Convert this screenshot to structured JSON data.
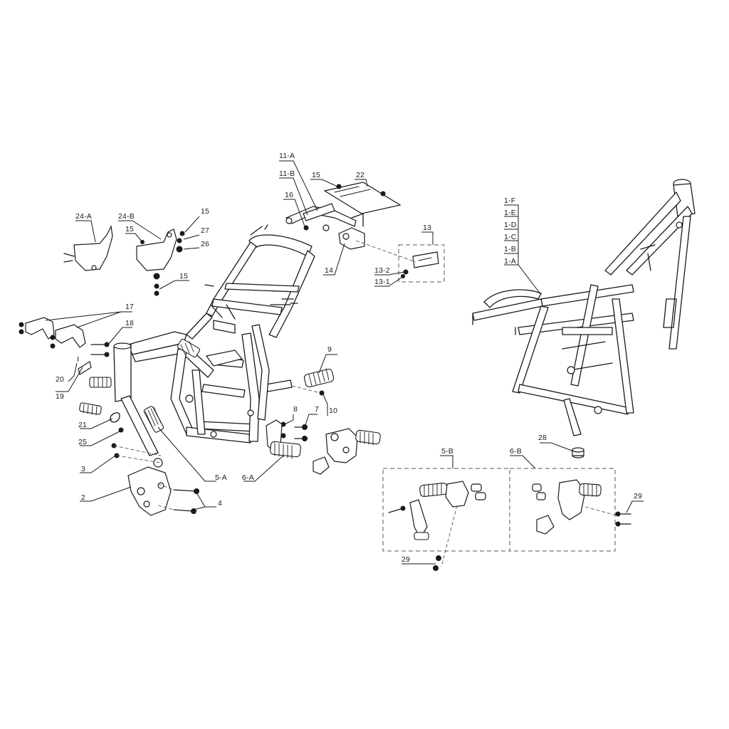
{
  "diagram": {
    "callouts": {
      "c11a": "11-A",
      "c11b": "11-B",
      "c15a": "15",
      "c22": "22",
      "c16": "16",
      "c13": "13",
      "c14": "14",
      "c13_2": "13-2",
      "c13_1": "13-1",
      "c24a": "24-A",
      "c24b": "24-B",
      "c15b": "15",
      "c15c": "15",
      "c27": "27",
      "c26": "26",
      "c15d": "15",
      "c17": "17",
      "c18": "18",
      "c1": "I",
      "c20": "20",
      "c19": "19",
      "c21": "21",
      "c25": "25",
      "c3": "3",
      "c2": "2",
      "c4": "4",
      "c5a": "5-A",
      "c6a": "6-A",
      "c9": "9",
      "c10": "10",
      "c8": "8",
      "c7": "7",
      "c1f": "1-F",
      "c1e": "1-E",
      "c1d": "1-D",
      "c1c": "1-C",
      "c1b": "1-B",
      "c1a": "1-A",
      "c28": "28",
      "c5b": "5-B",
      "c6b": "6-B",
      "c29a": "29",
      "c29b": "29"
    }
  }
}
